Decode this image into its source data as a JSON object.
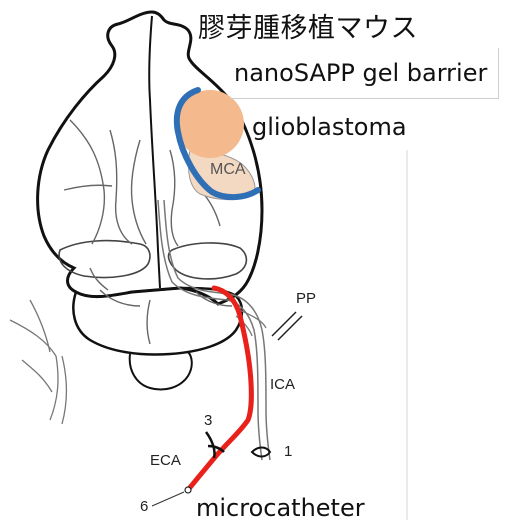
{
  "title": "膠芽腫移植マウス",
  "labels": {
    "gel_barrier": "nanoSAPP gel barrier",
    "tumor": "glioblastoma",
    "mca": "MCA",
    "pp": "PP",
    "ica": "ICA",
    "eca": "ECA",
    "catheter": "microcatheter",
    "num_3": "3",
    "num_1": "1",
    "num_6": "6"
  },
  "colors": {
    "tumor_fill": "#f4b98d",
    "gel_barrier": "#2e6fb5",
    "catheter": "#e8211b",
    "mca_fill": "#f3d8c2"
  }
}
